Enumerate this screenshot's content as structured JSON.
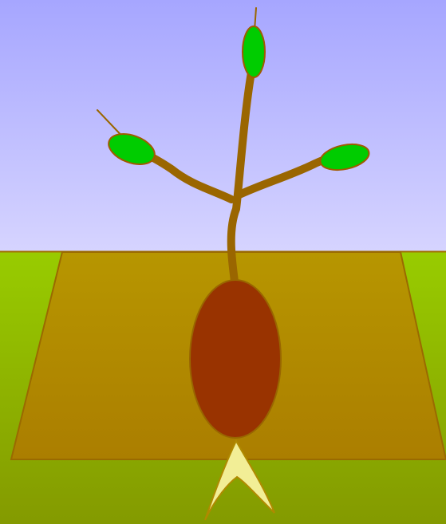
{
  "scene": {
    "description_visible_text": "",
    "colors": {
      "sky_top": "#a6a6ff",
      "sky_bottom": "#d6d4ff",
      "grass_top": "#98cc00",
      "grass_bottom": "#849a00",
      "soil_top": "#b79600",
      "soil_bottom": "#ab7e00",
      "soil_outline": "#9a6a00",
      "seed": "#993300",
      "seed_outline": "#996600",
      "stem": "#9a6600",
      "leaf": "#00cc00",
      "leaf_outline": "#a05a00",
      "root_tip": "#f2ee96",
      "root_tip_outline": "#b08a00"
    },
    "elements": [
      "sky",
      "ground",
      "soil-plot",
      "seed",
      "stem",
      "leaf-left",
      "leaf-top",
      "leaf-right",
      "root-tip"
    ]
  }
}
